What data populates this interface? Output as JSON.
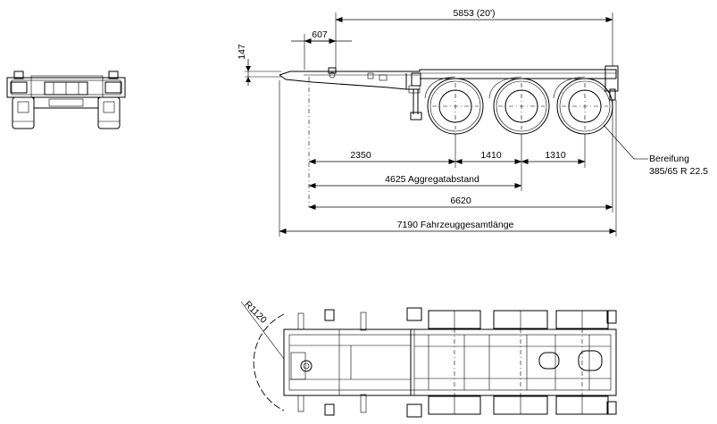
{
  "dimensions": {
    "total_container": "5853 (20')",
    "front_offset": "607",
    "height_offset": "147",
    "d_2350": "2350",
    "d_1410": "1410",
    "d_1310": "1310",
    "aggregate_distance": "4625 Aggregatabstand",
    "d_6620": "6620",
    "total_length": "7190 Fahrzeuggesamtlänge",
    "radius": "R1120"
  },
  "annotations": {
    "tires_label": "Bereifung",
    "tires_size": "385/65 R 22.5"
  }
}
